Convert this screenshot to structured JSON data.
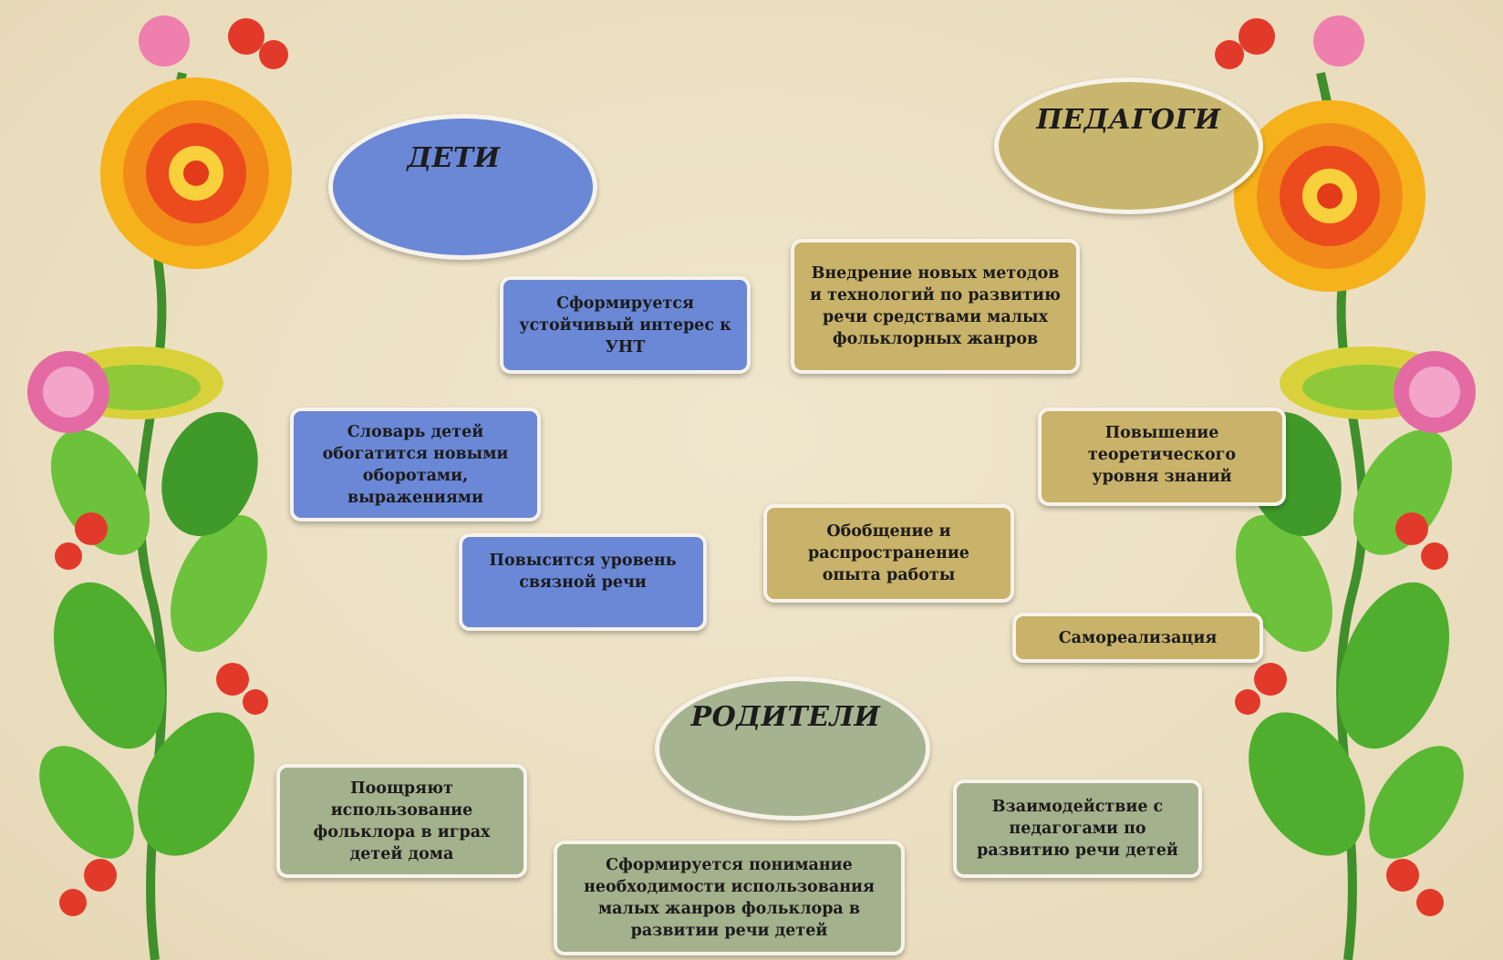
{
  "groups": {
    "children": {
      "title": "ДЕТИ",
      "color": "#6b88d6",
      "items": [
        "Сформируется устойчивый интерес к УНТ",
        "Словарь детей обогатится новыми оборотами, выражениями",
        "Повысится уровень связной речи"
      ]
    },
    "teachers": {
      "title": "ПЕДАГОГИ",
      "color": "#c9b26a",
      "items": [
        "Внедрение новых методов и технологий по развитию речи средствами малых фольклорных жанров",
        "Повышение теоретического уровня знаний",
        "Обобщение и распространение опыта работы",
        "Самореализация"
      ]
    },
    "parents": {
      "title": "РОДИТЕЛИ",
      "color": "#a4b18d",
      "items": [
        "Поощряют использование фольклора в играх детей дома",
        "Сформируется понимание необходимости использования малых жанров фольклора в развитии речи детей",
        "Взаимодействие с педагогами по развитию речи детей"
      ]
    }
  },
  "decoration": {
    "left": "folk-flower-border-illustration",
    "right": "folk-flower-border-illustration"
  }
}
